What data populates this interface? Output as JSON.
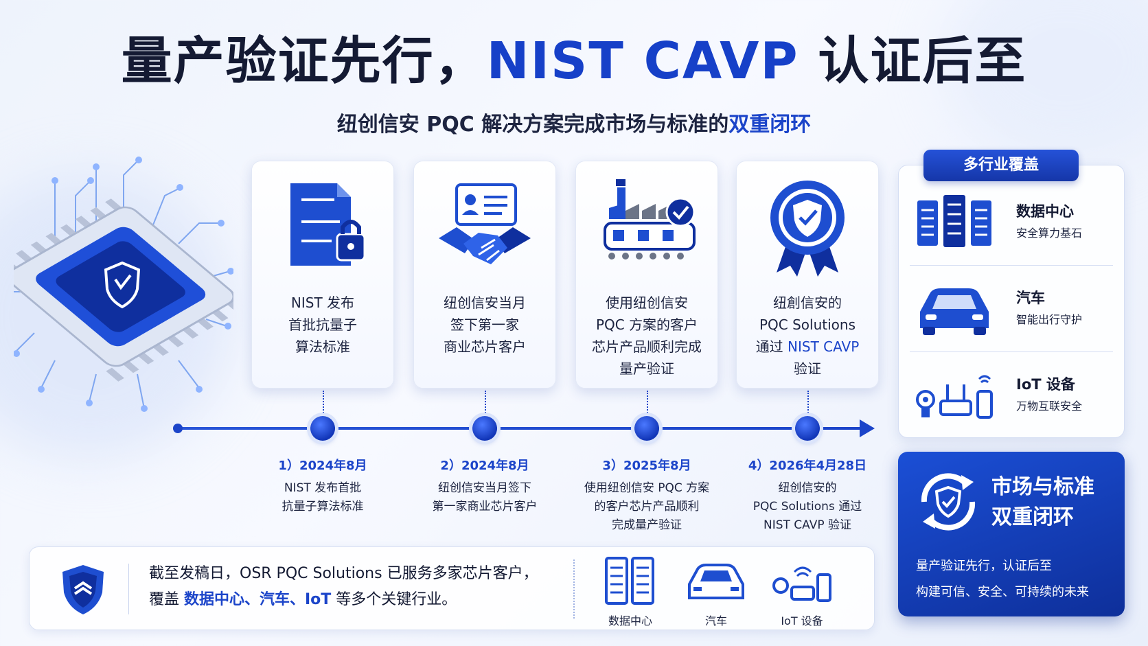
{
  "title": {
    "part1": "量产验证先行，",
    "accent": "NIST CAVP",
    "part2": " 认证后至"
  },
  "subtitle": {
    "part1": "纽创信安 PQC 解决方案完成市场与标准的",
    "accent": "双重闭环"
  },
  "cards": [
    {
      "text": "NIST 发布\n首批抗量子\n算法标准",
      "icon": "nist-document-lock-icon"
    },
    {
      "text": "纽创信安当月\n签下第一家\n商业芯片客户",
      "icon": "handshake-contract-icon"
    },
    {
      "text": "使用纽创信安\nPQC 方案的客户\n芯片产品顺利完成\n量产验证",
      "icon": "factory-production-icon"
    },
    {
      "text_pre": "纽創信安的\nPQC Solutions\n通过 ",
      "text_hl": "NIST CAVP",
      "text_post": "\n验证",
      "icon": "certification-badge-icon"
    }
  ],
  "events": [
    {
      "date": "1）2024年8月",
      "desc": "NIST 发布首批\n抗量子算法标准"
    },
    {
      "date": "2）2024年8月",
      "desc": "纽创信安当月签下\n第一家商业芯片客户"
    },
    {
      "date": "3）2025年8月",
      "desc": "使用纽创信安 PQC 方案\n的客户芯片产品顺利\n完成量产验证"
    },
    {
      "date": "4）2026年4月28日",
      "desc": "纽创信安的\nPQC Solutions 通过\nNIST CAVP 验证"
    }
  ],
  "industry": {
    "tag": "多行业覆盖",
    "items": [
      {
        "name": "数据中心",
        "desc": "安全算力基石",
        "icon": "server-rack-icon"
      },
      {
        "name": "汽车",
        "desc": "智能出行守护",
        "icon": "car-icon"
      },
      {
        "name": "IoT 设备",
        "desc": "万物互联安全",
        "icon": "iot-devices-icon"
      }
    ]
  },
  "loop": {
    "title": "市场与标准\n双重闭环",
    "desc": "量产验证先行，认证后至\n构建可信、安全、可持续的未来",
    "icon": "cycle-shield-icon"
  },
  "summary": {
    "line1": "截至发稿日，OSR PQC Solutions 已服务多家芯片客户，",
    "line2_pre": "覆盖 ",
    "line2_hl": "数据中心、汽车、IoT",
    "line2_post": " 等多个关键行业。",
    "icons": [
      {
        "label": "数据中心",
        "icon": "server-icon"
      },
      {
        "label": "汽车",
        "icon": "car-icon"
      },
      {
        "label": "IoT 设备",
        "icon": "iot-icon"
      }
    ]
  },
  "colors": {
    "accent": "#1b44c9",
    "dark": "#141a33",
    "panel": "#0e2f9a"
  }
}
